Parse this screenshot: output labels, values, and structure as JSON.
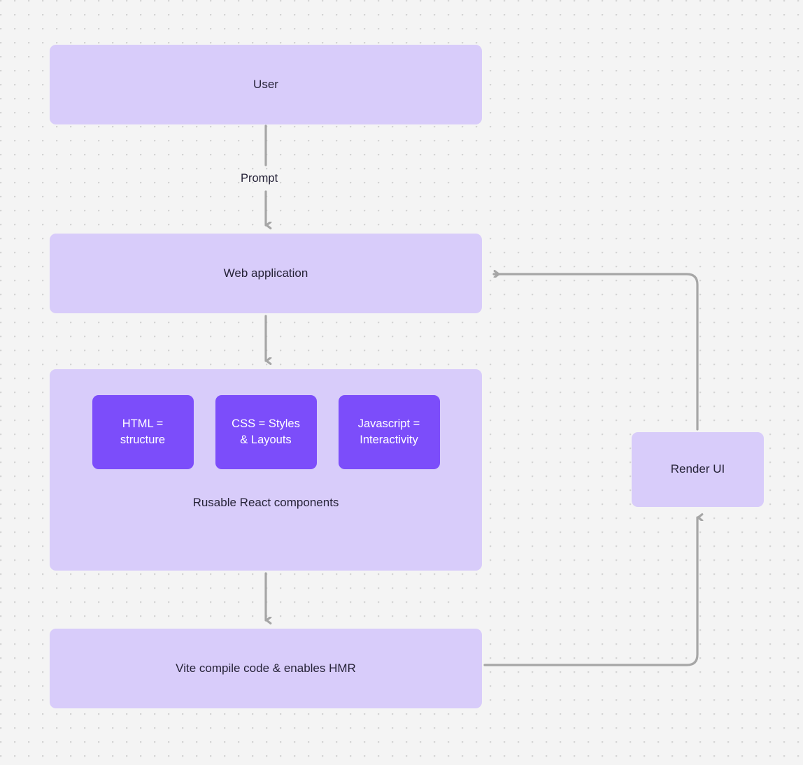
{
  "diagram": {
    "type": "flowchart",
    "background_color": "#f4f4f4",
    "grid": "dotted",
    "node_fill_lilac": "#d8ccfa",
    "node_fill_purple": "#7c4dfa",
    "node_text_color": "#262338",
    "chip_text_color": "#ffffff",
    "edge_color": "#a6a6a6",
    "nodes": [
      {
        "id": "user",
        "label": "User"
      },
      {
        "id": "webapp",
        "label": "Web application"
      },
      {
        "id": "react",
        "label": "Rusable React components"
      },
      {
        "id": "vite",
        "label": "Vite compile code & enables HMR"
      },
      {
        "id": "render",
        "label": "Render UI"
      }
    ],
    "chips": [
      {
        "id": "html",
        "line1": "HTML =",
        "line2": "structure"
      },
      {
        "id": "css",
        "line1": "CSS = Styles",
        "line2": "& Layouts"
      },
      {
        "id": "js",
        "line1": "Javascript =",
        "line2": "Interactivity"
      }
    ],
    "edges": [
      {
        "from": "user",
        "to": "webapp",
        "label": "Prompt"
      },
      {
        "from": "webapp",
        "to": "react",
        "label": ""
      },
      {
        "from": "react",
        "to": "vite",
        "label": ""
      },
      {
        "from": "vite",
        "to": "render",
        "label": ""
      },
      {
        "from": "render",
        "to": "webapp",
        "label": ""
      }
    ],
    "labels": {
      "prompt": "Prompt"
    }
  }
}
